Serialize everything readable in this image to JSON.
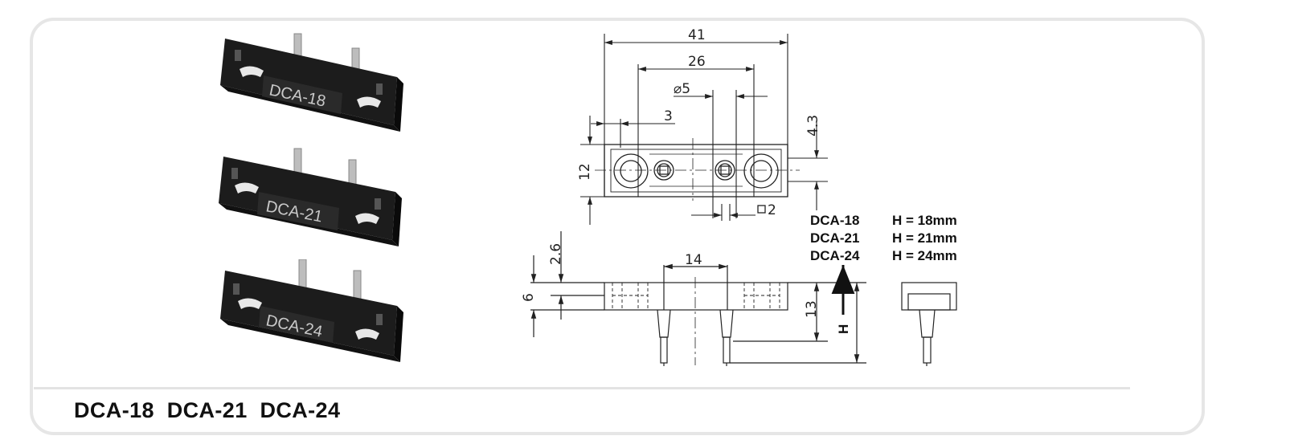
{
  "products": [
    {
      "label": "DCA-18"
    },
    {
      "label": "DCA-21"
    },
    {
      "label": "DCA-24"
    }
  ],
  "dimensions": {
    "width_total": "41",
    "hole_spacing": "26",
    "pin_diameter": "⌀5",
    "slot_offset": "3",
    "height_offset": "4.3",
    "body_width": "12",
    "square_pin": "2",
    "top_height": "2.6",
    "base_height": "6",
    "center_gap": "14",
    "height_13": "13",
    "h_symbol": "H"
  },
  "specs": [
    {
      "model": "DCA-18",
      "height": "H = 18mm"
    },
    {
      "model": "DCA-21",
      "height": "H = 21mm"
    },
    {
      "model": "DCA-24",
      "height": "H = 24mm"
    }
  ],
  "caption": "DCA-18  DCA-21  DCA-24"
}
